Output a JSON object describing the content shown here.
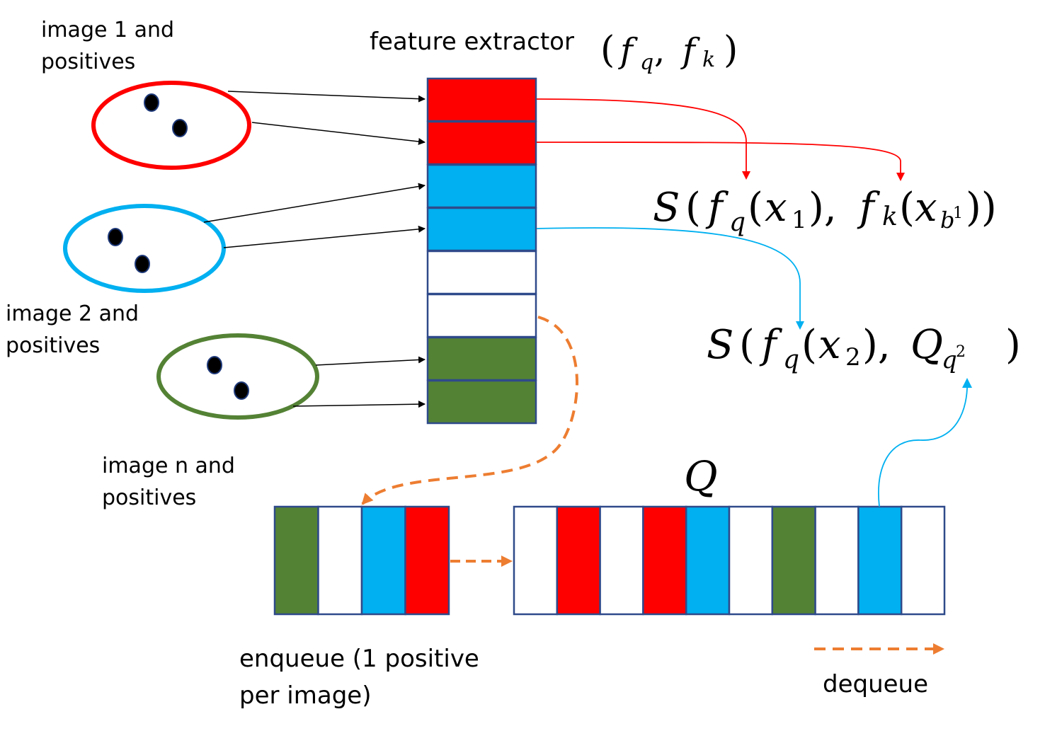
{
  "colors": {
    "red": "#ff0000",
    "blue": "#00b0f0",
    "green": "#548235",
    "white": "#ffffff",
    "cell_border": "#2f4a8a",
    "orange": "#ed7d31",
    "black_arrow": "#000000"
  },
  "labels": {
    "image1_line1": "image 1 and",
    "image1_line2": "positives",
    "image2_line1": "image 2 and",
    "image2_line2": "positives",
    "imagen_line1": "image n and",
    "imagen_line2": "positives",
    "feature_extractor": "feature extractor",
    "enqueue_line1": "enqueue (1 positive",
    "enqueue_line2": "per image)",
    "dequeue": "dequeue"
  },
  "math": {
    "fe_open": "(",
    "fe_f1": "f",
    "fe_q": "q",
    "fe_comma": ", ",
    "fe_f2": "f",
    "fe_k": "k",
    "fe_close": ")",
    "s1_S": "S",
    "s1_body1": "(",
    "s1_f1": "f",
    "s1_q": "q",
    "s1_open2": "(",
    "s1_x1": "x",
    "s1_sub1": "1",
    "s1_mid": "), ",
    "s1_f2": "f",
    "s1_k": "k",
    "s1_open3": "(",
    "s1_x2": "x",
    "s1_b": "b",
    "s1_bsup": "1",
    "s1_close": "))",
    "s2_S": "S",
    "s2_body1": "(",
    "s2_f": "f",
    "s2_q": "q",
    "s2_open2": "(",
    "s2_x": "x",
    "s2_sub": "2",
    "s2_mid": "), ",
    "s2_Q": "Q",
    "s2_qsub": "q",
    "s2_qsup": "2",
    "s2_close": ")",
    "queue_Q": "Q"
  },
  "feature_stack": [
    "red",
    "red",
    "blue",
    "blue",
    "white",
    "white",
    "green",
    "green"
  ],
  "enqueue_cells": [
    "green",
    "white",
    "blue",
    "red"
  ],
  "queue_cells": [
    "white",
    "red",
    "white",
    "red",
    "blue",
    "white",
    "green",
    "white",
    "blue",
    "white"
  ]
}
